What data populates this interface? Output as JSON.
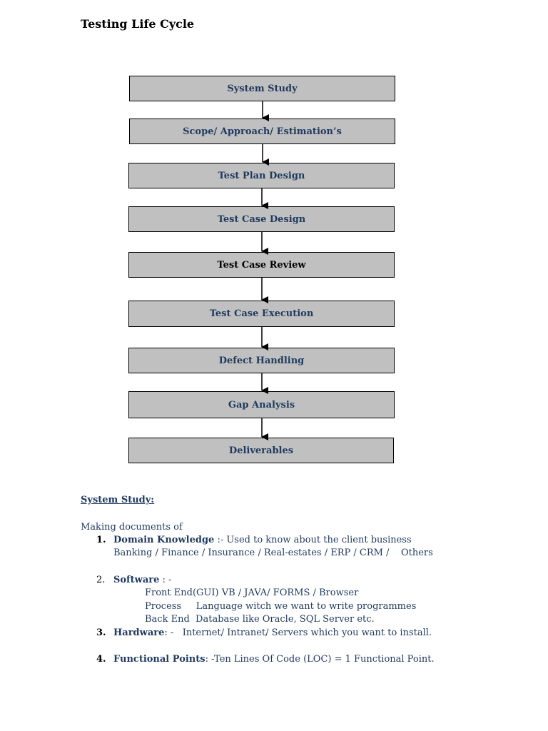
{
  "title": "Testing Life Cycle",
  "flow": [
    "System Study",
    "Scope/ Approach/ Estimation’s",
    "Test Plan Design",
    "Test Case Design",
    "Test Case Review",
    "Test Case Execution",
    "Defect Handling",
    "Gap Analysis",
    "Deliverables"
  ],
  "section": {
    "heading": "System Study:",
    "intro": "Making documents of",
    "items": [
      {
        "num": "1.",
        "label": "Domain Knowledge",
        "rest": " :- Used to know about the client business",
        "line2": "Banking / Finance / Insurance / Real-estates / ERP / CRM /    Others"
      },
      {
        "num": "2.",
        "label": "Software",
        "rest": " : -",
        "sub": [
          "Front End(GUI) VB / JAVA/ FORMS / Browser",
          "Process     Language witch we want to write programmes",
          "Back End  Database like Oracle, SQL Server etc."
        ]
      },
      {
        "num": "3.",
        "label": "Hardware",
        "rest": ": -   Internet/ Intranet/ Servers which you want to install."
      },
      {
        "num": "4.",
        "label": "Functional Points",
        "rest": ": -Ten Lines Of Code (LOC) = 1 Functional Point."
      }
    ]
  }
}
